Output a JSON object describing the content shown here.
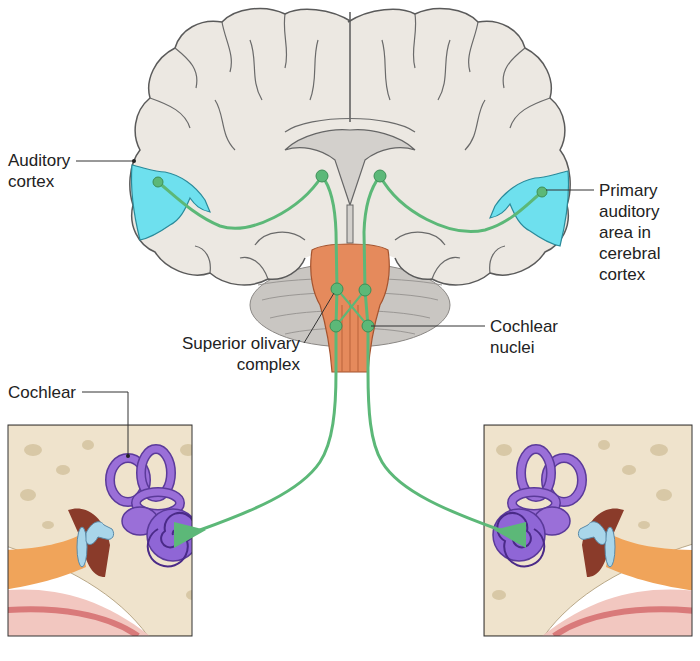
{
  "diagram": {
    "labels": [
      "Auditory cortex",
      "Primary auditory area in cerebral cortex",
      "Superior olivary complex",
      "Cochlear nuclei",
      "Cochlear"
    ]
  }
}
